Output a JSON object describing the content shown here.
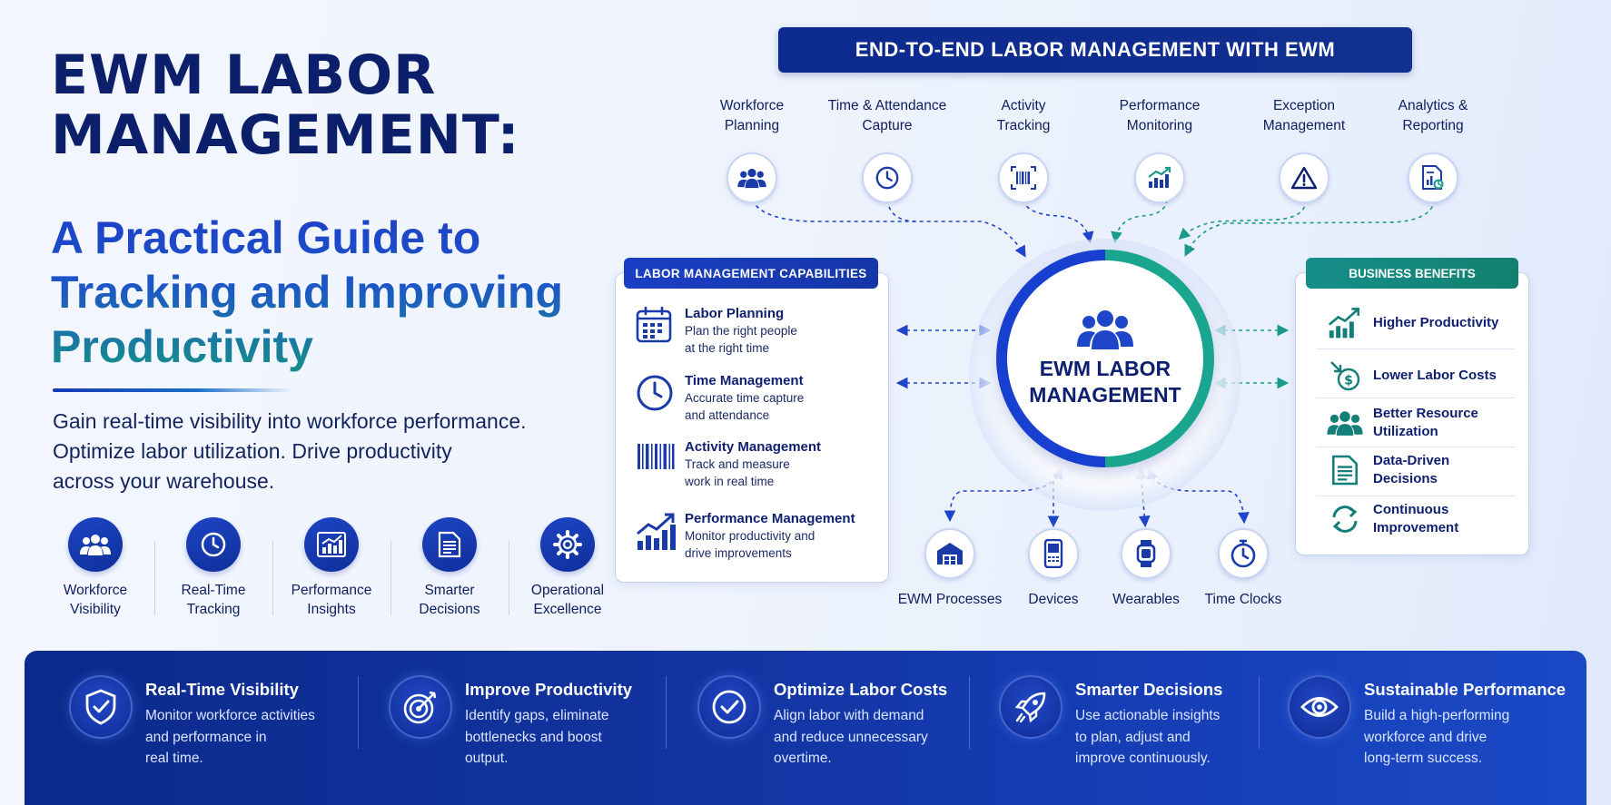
{
  "hero": {
    "title_line1": "EWM LABOR",
    "title_line2": "MANAGEMENT:",
    "subtitle_line1": "A Practical Guide to",
    "subtitle_line2": "Tracking and Improving",
    "subtitle_line3": "Productivity",
    "desc_line1": "Gain real-time visibility into workforce performance.",
    "desc_line2": "Optimize labor utilization. Drive productivity",
    "desc_line3": "across your warehouse."
  },
  "features": [
    {
      "line1": "Workforce",
      "line2": "Visibility",
      "icon": "users-icon"
    },
    {
      "line1": "Real-Time",
      "line2": "Tracking",
      "icon": "clock-icon"
    },
    {
      "line1": "Performance",
      "line2": "Insights",
      "icon": "bar-chart-icon"
    },
    {
      "line1": "Smarter",
      "line2": "Decisions",
      "icon": "document-icon"
    },
    {
      "line1": "Operational",
      "line2": "Excellence",
      "icon": "gear-icon"
    }
  ],
  "banner": "END-TO-END LABOR MANAGEMENT WITH EWM",
  "top_nodes": [
    {
      "line1": "Workforce",
      "line2": "Planning",
      "icon": "users-icon"
    },
    {
      "line1": "Time & Attendance",
      "line2": "Capture",
      "icon": "clock-icon"
    },
    {
      "line1": "Activity",
      "line2": "Tracking",
      "icon": "barcode-icon"
    },
    {
      "line1": "Performance",
      "line2": "Monitoring",
      "icon": "chart-icon"
    },
    {
      "line1": "Exception",
      "line2": "Management",
      "icon": "warning-icon"
    },
    {
      "line1": "Analytics &",
      "line2": "Reporting",
      "icon": "report-icon"
    }
  ],
  "hub": {
    "line1": "EWM LABOR",
    "line2": "MANAGEMENT"
  },
  "capabilities": {
    "title": "LABOR MANAGEMENT CAPABILITIES",
    "items": [
      {
        "title": "Labor Planning",
        "desc1": "Plan the right people",
        "desc2": "at the right time",
        "icon": "calendar-icon"
      },
      {
        "title": "Time Management",
        "desc1": "Accurate time capture",
        "desc2": "and attendance",
        "icon": "clock-icon"
      },
      {
        "title": "Activity Management",
        "desc1": "Track and measure",
        "desc2": "work in real time",
        "icon": "barcode-icon"
      },
      {
        "title": "Performance Management",
        "desc1": "Monitor productivity and",
        "desc2": "drive improvements",
        "icon": "growth-chart-icon"
      }
    ]
  },
  "benefits": {
    "title": "BUSINESS BENEFITS",
    "items": [
      {
        "line1": "Higher Productivity",
        "line2": "",
        "icon": "growth-chart-icon"
      },
      {
        "line1": "Lower Labor Costs",
        "line2": "",
        "icon": "dollar-down-icon"
      },
      {
        "line1": "Better Resource",
        "line2": "Utilization",
        "icon": "team-icon"
      },
      {
        "line1": "Data-Driven",
        "line2": "Decisions",
        "icon": "document-icon"
      },
      {
        "line1": "Continuous",
        "line2": "Improvement",
        "icon": "cycle-icon"
      }
    ]
  },
  "bottom_nodes": [
    {
      "label": "EWM Processes",
      "icon": "warehouse-icon"
    },
    {
      "label": "Devices",
      "icon": "handheld-device-icon"
    },
    {
      "label": "Wearables",
      "icon": "smartwatch-icon"
    },
    {
      "label": "Time Clocks",
      "icon": "stopwatch-icon"
    }
  ],
  "band": [
    {
      "title": "Real-Time Visibility",
      "d1": "Monitor workforce activities",
      "d2": "and performance in",
      "d3": "real time.",
      "icon": "shield-check-icon"
    },
    {
      "title": "Improve Productivity",
      "d1": "Identify gaps, eliminate",
      "d2": "bottlenecks and boost",
      "d3": "output.",
      "icon": "target-icon"
    },
    {
      "title": "Optimize Labor Costs",
      "d1": "Align labor with demand",
      "d2": "and reduce unnecessary",
      "d3": "overtime.",
      "icon": "check-circle-icon"
    },
    {
      "title": "Smarter Decisions",
      "d1": "Use actionable insights",
      "d2": "to plan, adjust and",
      "d3": "improve continuously.",
      "icon": "rocket-icon"
    },
    {
      "title": "Sustainable Performance",
      "d1": "Build a high-performing",
      "d2": "workforce and drive",
      "d3": "long-term success.",
      "icon": "eye-icon"
    }
  ],
  "colors": {
    "navy": "#0b1f6a",
    "blue": "#1740d0",
    "teal": "#1aa58f",
    "band": "#12339f"
  }
}
